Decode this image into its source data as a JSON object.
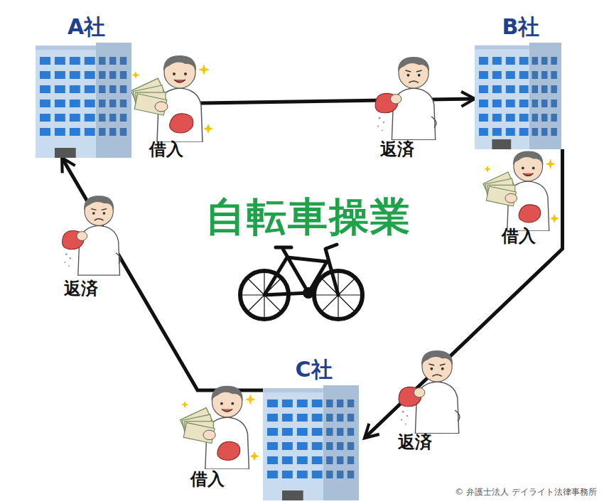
{
  "diagram": {
    "title": "自転車操業",
    "nodes": [
      {
        "text": [
          "A社"
        ]
      },
      {
        "text": [
          "B社"
        ]
      },
      {
        "text": [
          "C社"
        ]
      }
    ],
    "edges": [
      {
        "from": 0,
        "to": 1,
        "arrow": "to"
      },
      {
        "from": 1,
        "to": 2,
        "arrow": "to"
      },
      {
        "from": 2,
        "to": 0,
        "arrow": "to"
      }
    ],
    "labels": [
      "借入",
      "返済",
      "借入",
      "返済",
      "借入",
      "返済",
      "© 弁護士法人 デイライト法律事務所"
    ]
  }
}
